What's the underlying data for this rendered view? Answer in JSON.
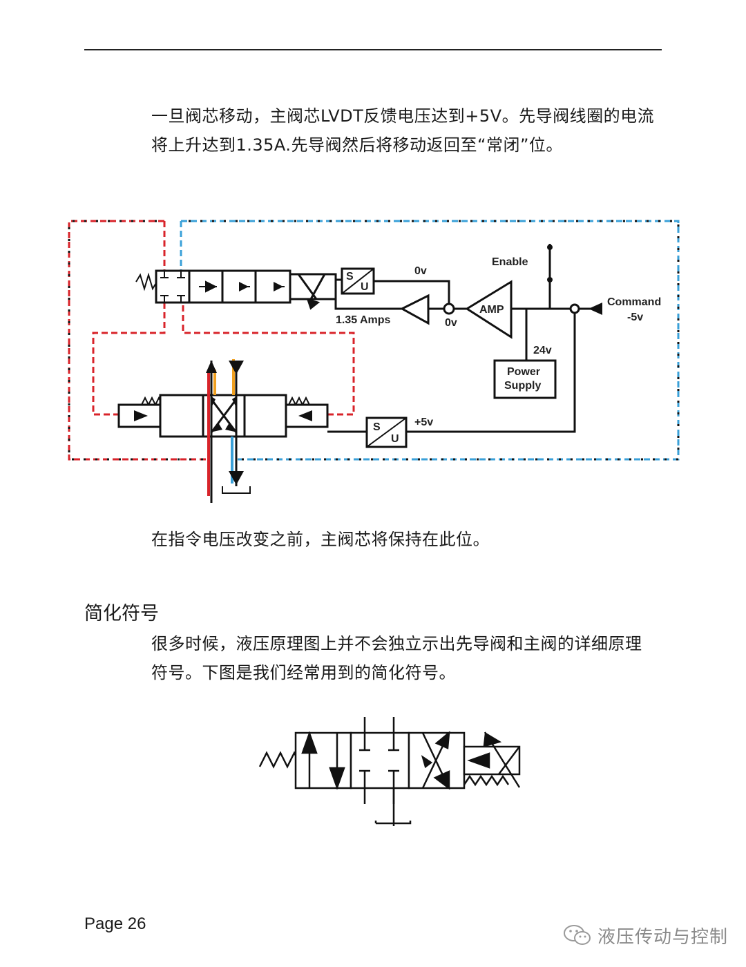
{
  "text": {
    "para1": [
      "一旦阀芯移动，主阀芯LVDT反馈电压达到+5V。先导阀线圈的电流",
      "将上升达到1.35A.先导阀然后将移动返回至“常闭”位。"
    ],
    "caption": "在指令电压改变之前，主阀芯将保持在此位。",
    "heading": "简化符号",
    "para2": [
      "很多时候，液压原理图上并不会独立示出先导阀和主阀的详细原理",
      "符号。下图是我们经常用到的简化符号。"
    ]
  },
  "diagram": {
    "enable": "Enable",
    "zero_v_top": "0v",
    "zero_v_bottom": "0v",
    "amps": "1.35 Amps",
    "amp": "AMP",
    "command": "Command",
    "command_v": "-5v",
    "v24": "24v",
    "power": "Power",
    "supply": "Supply",
    "plus5v": "+5v",
    "su_s": "S",
    "su_u": "U"
  },
  "colors": {
    "pressure_red": "#d8232a",
    "pilot_blue": "#3aa0d8",
    "tank_orange": "#f0a020",
    "line": "#1a1a1a"
  },
  "footer": {
    "page": "Page 26",
    "brand": "液压传动与控制"
  }
}
